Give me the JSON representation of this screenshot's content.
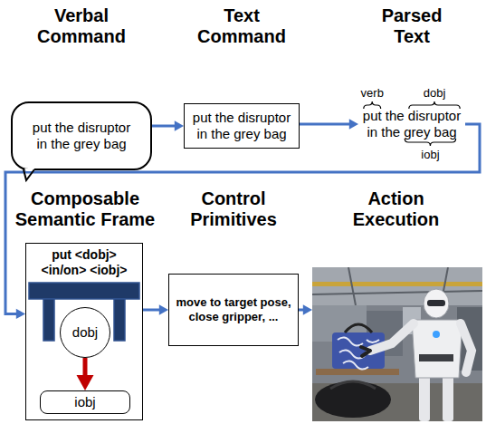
{
  "diagram": {
    "nodes": [
      {
        "text": [
          "Verbal Command",
          "put the disruptor in the grey bag"
        ]
      },
      {
        "text": [
          "Text Command",
          "put the disruptor in the grey bag"
        ]
      },
      {
        "text": [
          "Parsed Text",
          "put the disruptor in the grey bag"
        ]
      },
      {
        "text": [
          "Composable Semantic Frame",
          "put <dobj> <in/on> <iobj>"
        ]
      },
      {
        "text": [
          "dobj"
        ],
        "in": 3
      },
      {
        "text": [
          "iobj"
        ],
        "in": 3
      },
      {
        "text": [
          "Control Primitives",
          "move to target pose, close gripper, ..."
        ]
      },
      {
        "text": [
          "Action Execution"
        ]
      }
    ],
    "edges": [
      {
        "from": 0,
        "to": 1,
        "arrow": "to"
      },
      {
        "from": 1,
        "to": 2,
        "arrow": "to"
      },
      {
        "from": 2,
        "to": 3,
        "arrow": "to"
      },
      {
        "from": 3,
        "to": 6,
        "arrow": "to"
      },
      {
        "from": 6,
        "to": 7,
        "arrow": "to"
      },
      {
        "from": 4,
        "to": 5,
        "arrow": "to"
      }
    ],
    "labels": [
      "verb",
      "dobj",
      "iobj"
    ]
  }
}
